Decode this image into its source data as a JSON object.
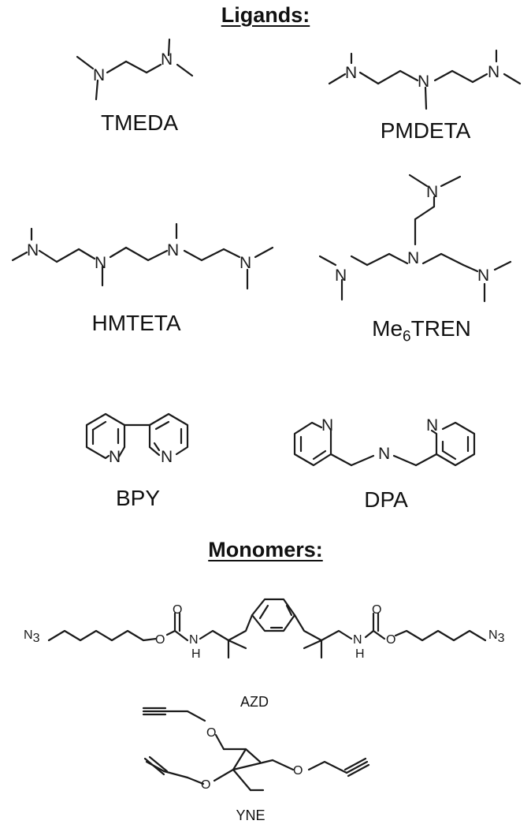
{
  "headings": {
    "ligands": "Ligands:",
    "monomers": "Monomers:"
  },
  "ligands": [
    {
      "label": "TMEDA"
    },
    {
      "label": "PMDETA"
    },
    {
      "label": "HMTETA"
    },
    {
      "label_main": "Me",
      "label_sub": "6",
      "label_tail": "TREN"
    },
    {
      "label": "BPY"
    },
    {
      "label": "DPA"
    }
  ],
  "monomers": [
    {
      "label": "AZD"
    },
    {
      "label": "YNE"
    }
  ],
  "atoms": {
    "nitrogen": "N",
    "oxygen": "O",
    "hydrogen": "H",
    "azide_n": "N",
    "azide_sub": "3"
  }
}
